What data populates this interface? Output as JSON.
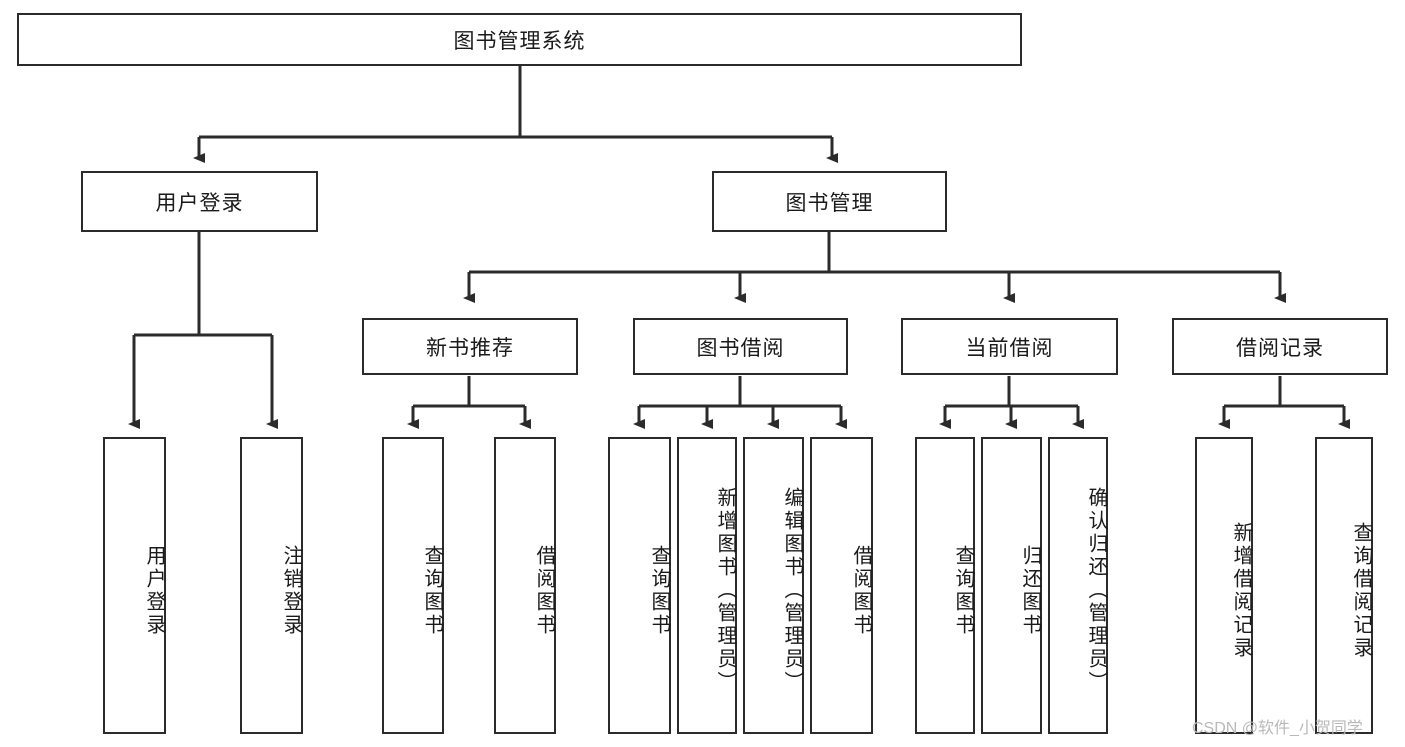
{
  "diagram": {
    "type": "tree-hierarchy-chart",
    "title": "图书管理系统",
    "watermark": "CSDN @软件_小贺同学",
    "colors": {
      "stroke": "#2b2b2b",
      "fill": "#ffffff",
      "text": "#1a1a1a",
      "watermark": "#b9b9b9"
    },
    "levels": {
      "root": {
        "label": "图书管理系统"
      },
      "level2": [
        {
          "label": "用户登录"
        },
        {
          "label": "图书管理"
        }
      ],
      "level3": [
        {
          "label": "新书推荐"
        },
        {
          "label": "图书借阅"
        },
        {
          "label": "当前借阅"
        },
        {
          "label": "借阅记录"
        }
      ],
      "leaves": {
        "user_login": [
          {
            "label": "用户登录"
          },
          {
            "label": "注销登录"
          }
        ],
        "new_book_recommend": [
          {
            "label": "查询图书"
          },
          {
            "label": "借阅图书"
          }
        ],
        "book_borrow": [
          {
            "label": "查询图书"
          },
          {
            "label": "新增图书（管理员）"
          },
          {
            "label": "编辑图书（管理员）"
          },
          {
            "label": "借阅图书"
          }
        ],
        "current_borrow": [
          {
            "label": "查询图书"
          },
          {
            "label": "归还图书"
          },
          {
            "label": "确认归还（管理员）"
          }
        ],
        "borrow_record": [
          {
            "label": "新增借阅记录"
          },
          {
            "label": "查询借阅记录"
          }
        ]
      }
    }
  }
}
